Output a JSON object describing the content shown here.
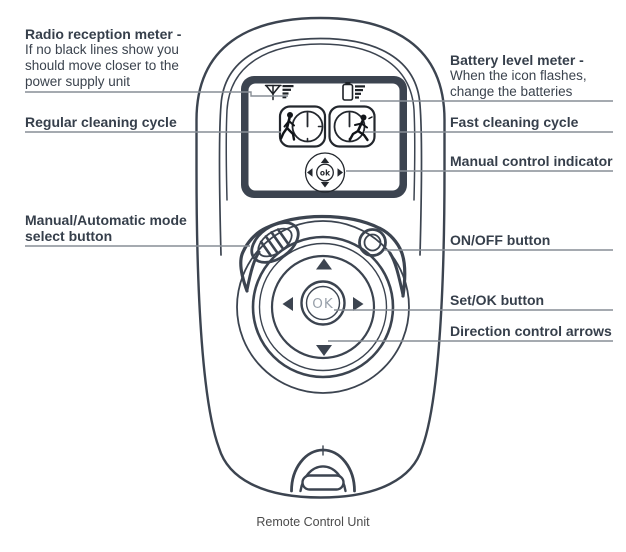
{
  "page": {
    "caption": "Remote Control Unit"
  },
  "remote": {
    "ok_button_label": "OK",
    "screen": {
      "mini_ok_label": "ok",
      "icons": {
        "radio_reception": "antenna-signal-bars-icon",
        "battery_level": "battery-with-bars-icon",
        "regular_cycle": "clock-with-walking-person-icon",
        "fast_cycle": "clock-with-running-person-icon",
        "manual_control": "mini-directional-pad-ok-icon"
      }
    }
  },
  "labels": {
    "left": [
      {
        "title": "Radio reception meter -",
        "desc": "If no black lines show you should move closer to the power supply unit"
      },
      {
        "title": "Regular cleaning cycle"
      },
      {
        "title": "Manual/Automatic mode select button"
      }
    ],
    "right": [
      {
        "title": "Battery level meter -",
        "desc": "When the icon flashes, change the batteries"
      },
      {
        "title": "Fast cleaning cycle"
      },
      {
        "title": "Manual control indicator"
      },
      {
        "title": "ON/OFF button"
      },
      {
        "title": "Set/OK button"
      },
      {
        "title": "Direction control arrows"
      }
    ]
  },
  "colors": {
    "line_art": "#3C4450",
    "icon_ink": "#1d2126",
    "leader_line": "#878D95",
    "label_text": "#363F4B",
    "caption_text": "#4B4B4B",
    "background": "#FFFFFF"
  }
}
